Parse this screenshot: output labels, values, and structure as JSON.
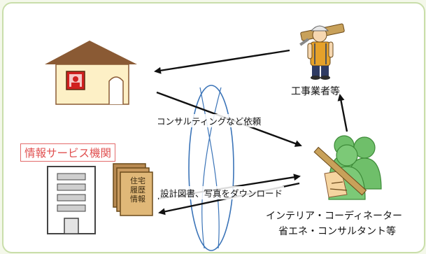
{
  "labels": {
    "worker": "工事業者等",
    "request": "コンサルティングなど依頼",
    "download": "設計図書、写真をダウンロード",
    "interior_line1": "インテリア・コーディネーター",
    "interior_line2": "省エネ・コンサルタント等",
    "info_service": "情報サービス機関",
    "doc_line1": "住宅",
    "doc_line2": "履歴",
    "doc_line3": "情報"
  },
  "colors": {
    "house_roof": "#8a5a34",
    "house_wall": "#fdf0c6",
    "house_window": "#d02020",
    "people": "#6fbf6a",
    "ellipse": "#3b74b8",
    "info_border": "#e36b6b",
    "frame": "#c9deaa"
  },
  "icons": [
    "house-icon",
    "worker-icon",
    "building-icon",
    "documents-icon",
    "people-group-icon",
    "ruler-icon"
  ]
}
